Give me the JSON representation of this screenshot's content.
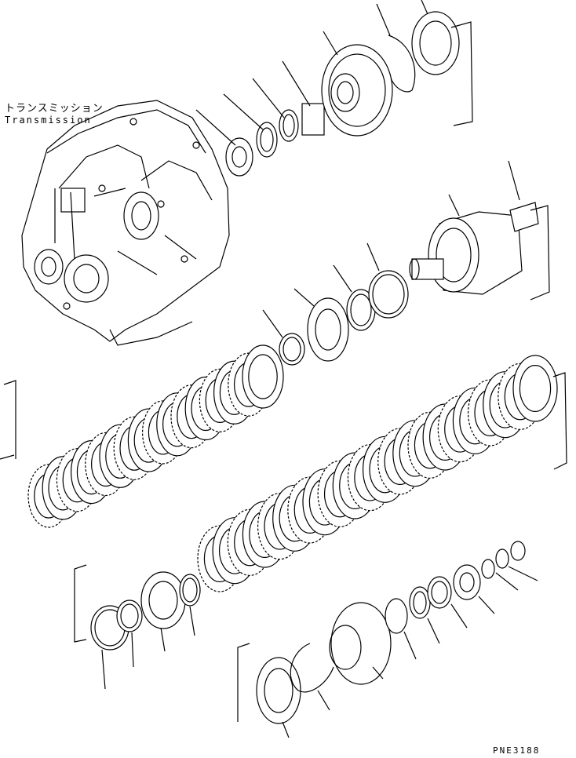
{
  "diagram": {
    "title_jp": "トランスミッション",
    "title_en": "Transmission",
    "drawing_code": "PNE3188"
  }
}
